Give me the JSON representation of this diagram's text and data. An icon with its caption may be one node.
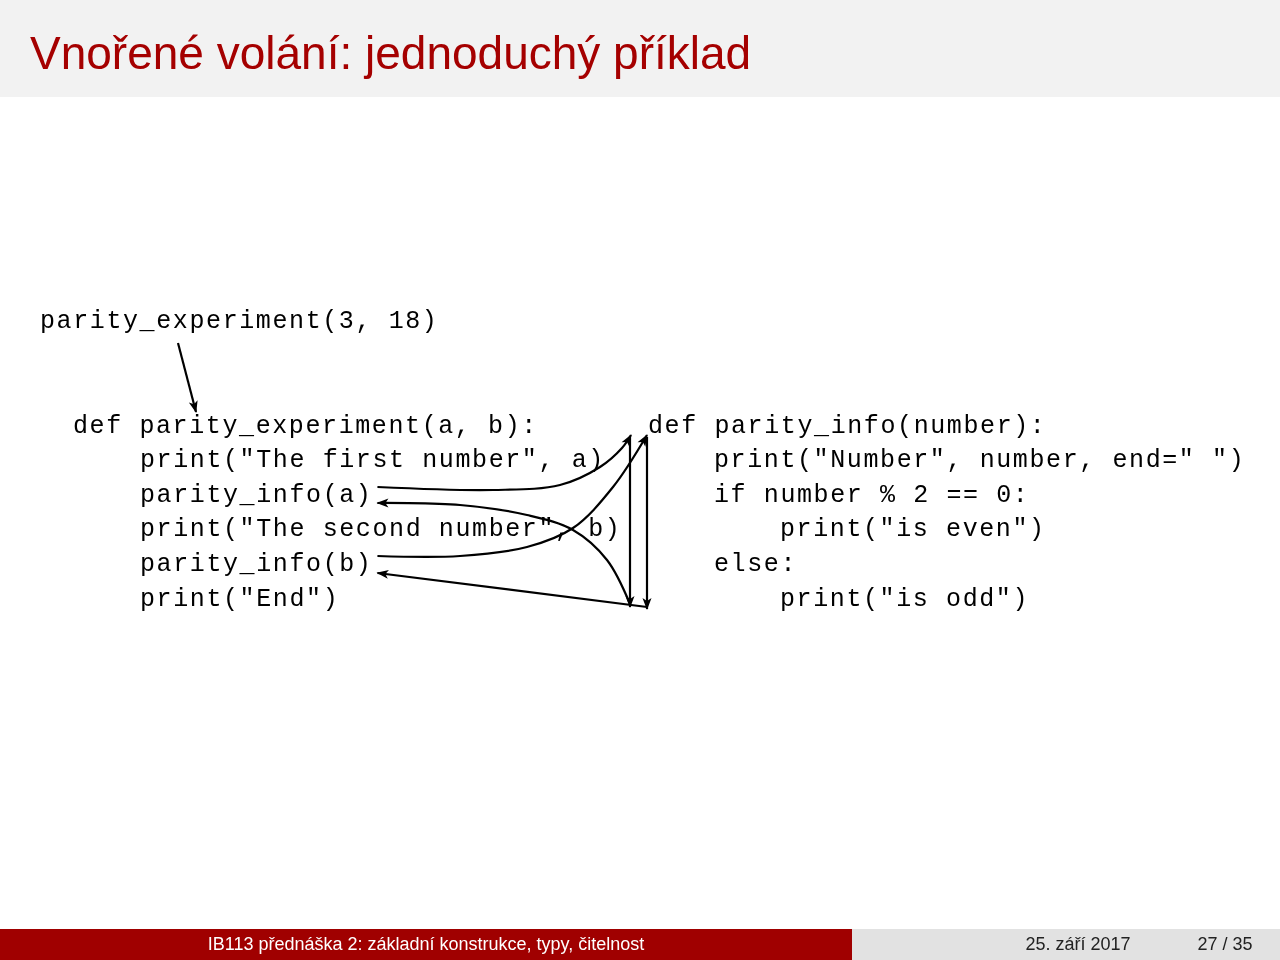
{
  "diagram": {
    "title": "Vnořené volání: jednoduchý příklad",
    "nodes": [
      {
        "text": [
          "parity_experiment(3, 18)"
        ]
      },
      {
        "text": [
          "def parity_experiment(a, b):"
        ]
      },
      {
        "text": [
          "def parity_info(number):"
        ]
      },
      {
        "text": [
          "parity_info(a)"
        ]
      },
      {
        "text": [
          "parity_info(b)"
        ]
      }
    ],
    "edges": [
      {
        "from": 0,
        "to": 1,
        "arrow": "to"
      },
      {
        "from": 3,
        "to": 2,
        "arrow": "to"
      },
      {
        "from": 2,
        "to": null,
        "arrow": "to"
      },
      {
        "from": null,
        "to": 3,
        "arrow": "to"
      },
      {
        "from": 4,
        "to": 2,
        "arrow": "to"
      },
      {
        "from": 2,
        "to": null,
        "arrow": "to"
      },
      {
        "from": null,
        "to": 4,
        "arrow": "to"
      }
    ],
    "labels": [
      "print(\"The first number\", a)",
      "print(\"Number\", number, end=\" \")",
      "if number % 2 == 0:",
      "print(\"The second number\", b)",
      "print(\"is even\")",
      "else:",
      "print(\"End\")",
      "print(\"is odd\")",
      "IB113 přednáška 2: základní konstrukce, typy, čitelnost",
      "25. září 2017",
      "27 / 35"
    ]
  }
}
